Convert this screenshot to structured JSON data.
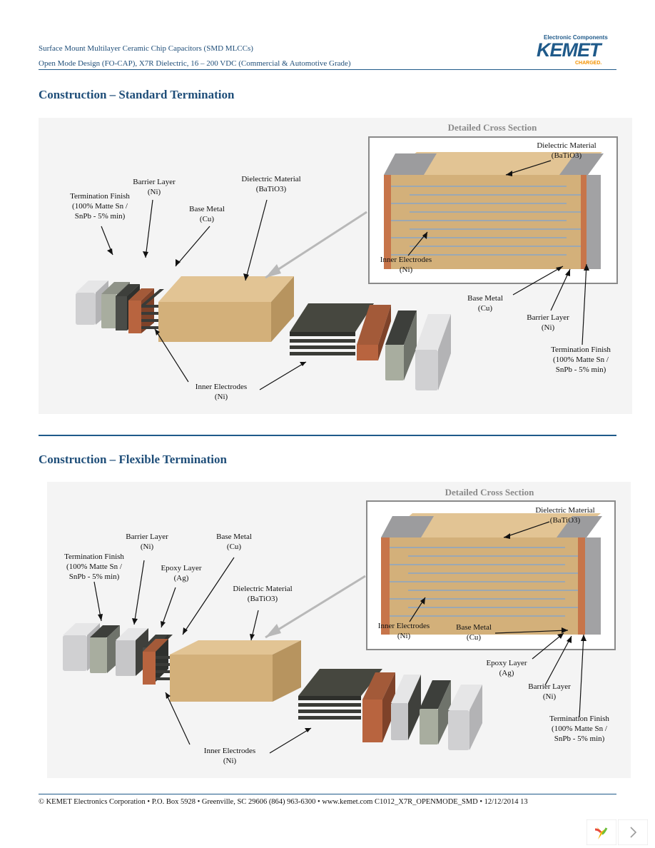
{
  "header": {
    "line1": "Surface Mount Multilayer Ceramic Chip Capacitors (SMD MLCCs)",
    "line2": "Open Mode Design (FO-CAP), X7R Dielectric, 16 – 200 VDC (Commercial & Automotive Grade)",
    "logo": {
      "tagline": "Electronic Components",
      "name": "KEMET",
      "charged": "CHARGED."
    }
  },
  "sections": [
    {
      "title": "Construction – Standard Termination",
      "cross_section_title": "Detailed Cross Section",
      "labels": {
        "termination_finish": [
          "Termination Finish",
          "(100% Matte Sn /",
          "SnPb - 5% min)"
        ],
        "barrier_layer": [
          "Barrier Layer",
          "(Ni)"
        ],
        "base_metal": [
          "Base Metal",
          "(Cu)"
        ],
        "dielectric": [
          "Dielectric Material",
          "(BaTiO3)"
        ],
        "inner_electrodes": [
          "Inner Electrodes",
          "(Ni)"
        ],
        "cs_dielectric": [
          "Dielectric Material",
          "(BaTiO3)"
        ],
        "cs_inner_electrodes": [
          "Inner Electrodes",
          "(Ni)"
        ],
        "cs_base_metal": [
          "Base Metal",
          "(Cu)"
        ],
        "cs_barrier_layer": [
          "Barrier Layer",
          "(Ni)"
        ],
        "cs_termination_finish": [
          "Termination Finish",
          "(100% Matte Sn /",
          "SnPb - 5% min)"
        ]
      }
    },
    {
      "title": "Construction – Flexible Termination",
      "cross_section_title": "Detailed Cross Section",
      "labels": {
        "termination_finish": [
          "Termination Finish",
          "(100% Matte Sn /",
          "SnPb - 5% min)"
        ],
        "barrier_layer": [
          "Barrier Layer",
          "(Ni)"
        ],
        "epoxy_layer": [
          "Epoxy Layer",
          "(Ag)"
        ],
        "base_metal": [
          "Base Metal",
          "(Cu)"
        ],
        "dielectric": [
          "Dielectric Material",
          "(BaTiO3)"
        ],
        "inner_electrodes": [
          "Inner Electrodes",
          "(Ni)"
        ],
        "cs_dielectric": [
          "Dielectric Material",
          "(BaTiO3)"
        ],
        "cs_inner_electrodes": [
          "Inner Electrodes",
          "(Ni)"
        ],
        "cs_base_metal": [
          "Base Metal",
          "(Cu)"
        ],
        "cs_epoxy_layer": [
          "Epoxy Layer",
          "(Ag)"
        ],
        "cs_barrier_layer": [
          "Barrier Layer",
          "(Ni)"
        ],
        "cs_termination_finish": [
          "Termination Finish",
          "(100% Matte Sn /",
          "SnPb - 5% min)"
        ]
      }
    }
  ],
  "footer": "© KEMET Electronics Corporation • P.O. Box 5928 • Greenville, SC 29606 (864) 963-6300 • www.kemet.com  C1012_X7R_OPENMODE_SMD • 12/12/2014 13",
  "colors": {
    "brand_blue": "#1f4e79",
    "ceramic": "#d3b07a",
    "copper": "#b8643f",
    "nickel": "#4a4c48",
    "tin": "#c9c9cb",
    "electrode": "#8aa6c4"
  },
  "icons": [
    "app-logo-icon",
    "next-page-icon"
  ]
}
